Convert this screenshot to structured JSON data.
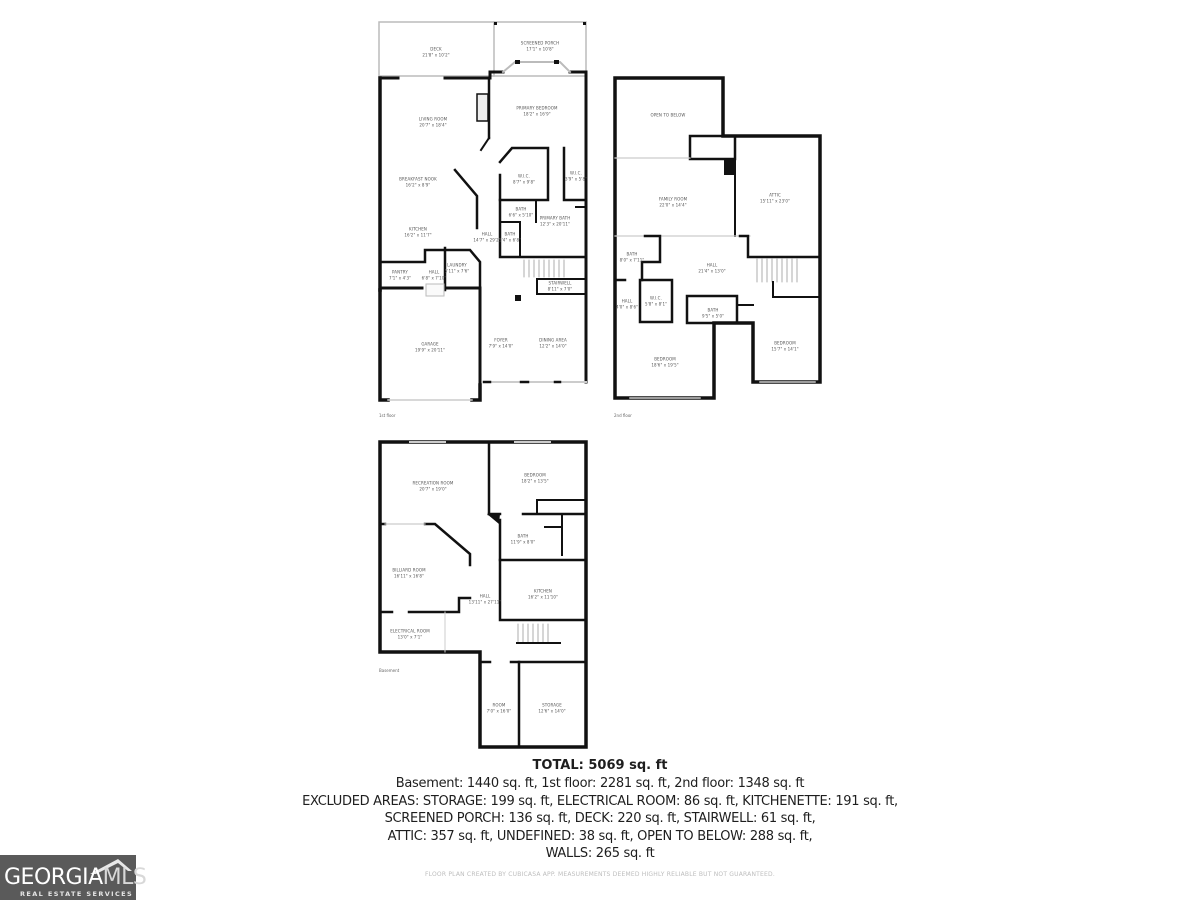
{
  "floors": {
    "first": {
      "label": "1st floor",
      "rooms": [
        {
          "name": "DECK",
          "dims": "21'8\" x 10'2\""
        },
        {
          "name": "SCREENED PORCH",
          "dims": "17'1\" x 10'8\""
        },
        {
          "name": "LIVING ROOM",
          "dims": "20'7\" x 18'4\""
        },
        {
          "name": "PRIMARY BEDROOM",
          "dims": "18'2\" x 16'9\""
        },
        {
          "name": "BREAKFAST NOOK",
          "dims": "16'2\" x 8'9\""
        },
        {
          "name": "W.I.C.",
          "dims": "8'7\" x 9'8\""
        },
        {
          "name": "W.I.C.",
          "dims": "3'9\" x 5'8\""
        },
        {
          "name": "BATH",
          "dims": "6'6\" x 5'10\""
        },
        {
          "name": "PRIMARY BATH",
          "dims": "12'3\" x 20'11\""
        },
        {
          "name": "KITCHEN",
          "dims": "16'2\" x 11'7\""
        },
        {
          "name": "HALL",
          "dims": "14'7\" x 29'2\""
        },
        {
          "name": "BATH",
          "dims": "5'4\" x 6'8\""
        },
        {
          "name": "PANTRY",
          "dims": "7'1\" x 4'3\""
        },
        {
          "name": "HALL",
          "dims": "6'8\" x 7'10\""
        },
        {
          "name": "LAUNDRY",
          "dims": "5'11\" x 7'6\""
        },
        {
          "name": "STAIRWELL",
          "dims": "8'11\" x 7'0\""
        },
        {
          "name": "GARAGE",
          "dims": "19'9\" x 20'11\""
        },
        {
          "name": "FOYER",
          "dims": "7'9\" x 14'0\""
        },
        {
          "name": "DINING AREA",
          "dims": "12'2\" x 14'0\""
        }
      ]
    },
    "second": {
      "label": "2nd floor",
      "rooms": [
        {
          "name": "OPEN TO BELOW",
          "dims": ""
        },
        {
          "name": "FAMILY ROOM",
          "dims": "22'0\" x 14'4\""
        },
        {
          "name": "ATTIC",
          "dims": "15'11\" x 23'0\""
        },
        {
          "name": "BATH",
          "dims": "8'0\" x 7'11\""
        },
        {
          "name": "HALL",
          "dims": "21'4\" x 13'0\""
        },
        {
          "name": "HALL",
          "dims": "4'0\" x 8'6\""
        },
        {
          "name": "W.I.C.",
          "dims": "5'8\" x 8'1\""
        },
        {
          "name": "BATH",
          "dims": "9'5\" x 5'0\""
        },
        {
          "name": "BEDROOM",
          "dims": "18'6\" x 19'5\""
        },
        {
          "name": "BEDROOM",
          "dims": "15'7\" x 14'1\""
        }
      ]
    },
    "basement": {
      "label": "Basement",
      "rooms": [
        {
          "name": "RECREATION ROOM",
          "dims": "20'7\" x 19'0\""
        },
        {
          "name": "BEDROOM",
          "dims": "18'2\" x 13'5\""
        },
        {
          "name": "BATH",
          "dims": "11'9\" x 8'0\""
        },
        {
          "name": "BILLIARD ROOM",
          "dims": "16'11\" x 16'8\""
        },
        {
          "name": "HALL",
          "dims": "13'11\" x 27'11\""
        },
        {
          "name": "KITCHEN",
          "dims": "16'2\" x 11'10\""
        },
        {
          "name": "ELECTRICAL ROOM",
          "dims": "13'0\" x 7'1\""
        },
        {
          "name": "ROOM",
          "dims": "7'0\" x 16'0\""
        },
        {
          "name": "STORAGE",
          "dims": "12'6\" x 14'0\""
        }
      ]
    }
  },
  "summary": {
    "total": "TOTAL: 5069 sq. ft",
    "floors_line": "Basement: 1440 sq. ft, 1st floor: 2281 sq. ft, 2nd floor: 1348 sq. ft",
    "excluded_line1": "EXCLUDED AREAS: STORAGE: 199 sq. ft, ELECTRICAL ROOM: 86 sq. ft, KITCHENETTE: 191 sq. ft,",
    "excluded_line2": "SCREENED PORCH: 136 sq. ft, DECK: 220 sq. ft, STAIRWELL: 61 sq. ft,",
    "excluded_line3": "ATTIC: 357 sq. ft, UNDEFINED: 38 sq. ft, OPEN TO BELOW: 288 sq. ft,",
    "excluded_line4": "WALLS: 265 sq. ft"
  },
  "disclaimer": "FLOOR PLAN CREATED BY CUBICASA APP. MEASUREMENTS DEEMED HIGHLY RELIABLE BUT NOT GUARANTEED.",
  "logo": {
    "word_main": "GEORGIA",
    "word_accent": "MLS",
    "tagline": "REAL ESTATE SERVICES",
    "background": "#5a5a5a"
  },
  "colors": {
    "wall": "#111111",
    "thin_wall": "#bbbbbb",
    "window": "#d0d0d0"
  }
}
